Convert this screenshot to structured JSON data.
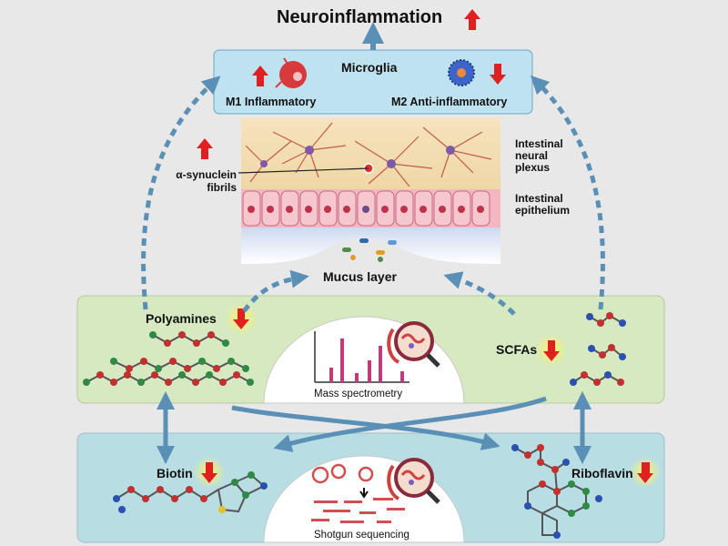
{
  "title": "Neuroinflammation",
  "microglia": {
    "label": "Microglia",
    "m1": "M1 Inflammatory",
    "m2": "M2 Anti-inflammatory"
  },
  "gut": {
    "synuclein": "α-synuclein\nfibrils",
    "neural_plexus": "Intestinal\nneural\nplexus",
    "epithelium": "Intestinal\nepithelium",
    "mucus": "Mucus layer"
  },
  "metabolites": {
    "polyamines": "Polyamines",
    "scfas": "SCFAs",
    "biotin": "Biotin",
    "riboflavin": "Riboflavin"
  },
  "methods": {
    "mass_spec": "Mass spectrometry",
    "shotgun": "Shotgun sequencing"
  },
  "colors": {
    "background": "#e8e8e8",
    "microglia_box": "#bfe2f0",
    "metabolite_band": "#d6e9c0",
    "microbiome_band": "#b8dde3",
    "arrow": "#5a8fb6",
    "down_arrow": "#e02020",
    "highlight": "#fff36a"
  }
}
